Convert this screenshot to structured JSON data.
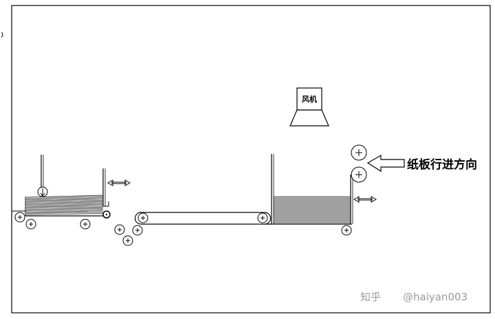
{
  "labels": {
    "fan": "风机",
    "direction": "纸板行进方向"
  },
  "watermark": {
    "site": "知乎",
    "user": "@haiyan003"
  },
  "colors": {
    "line": "#000000",
    "background": "#ffffff",
    "watermark": "#9a9a9a"
  },
  "icons": {
    "roller": "roller-plus-circle",
    "arrow": "double-headed-arrow"
  }
}
